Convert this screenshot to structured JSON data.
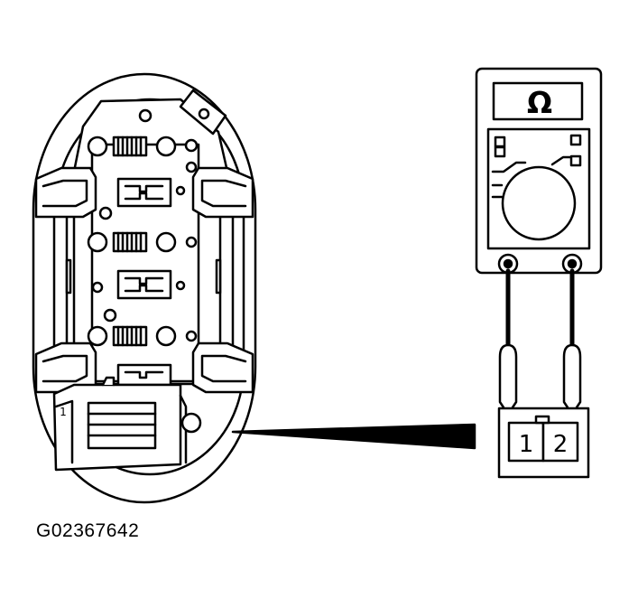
{
  "figure": {
    "code": "G02367642"
  },
  "meter": {
    "symbol": "Ω"
  },
  "connector": {
    "pin1": "1",
    "pin2": "2",
    "switch_pin": "1"
  },
  "colors": {
    "line": "#000000",
    "fill": "#ffffff"
  }
}
